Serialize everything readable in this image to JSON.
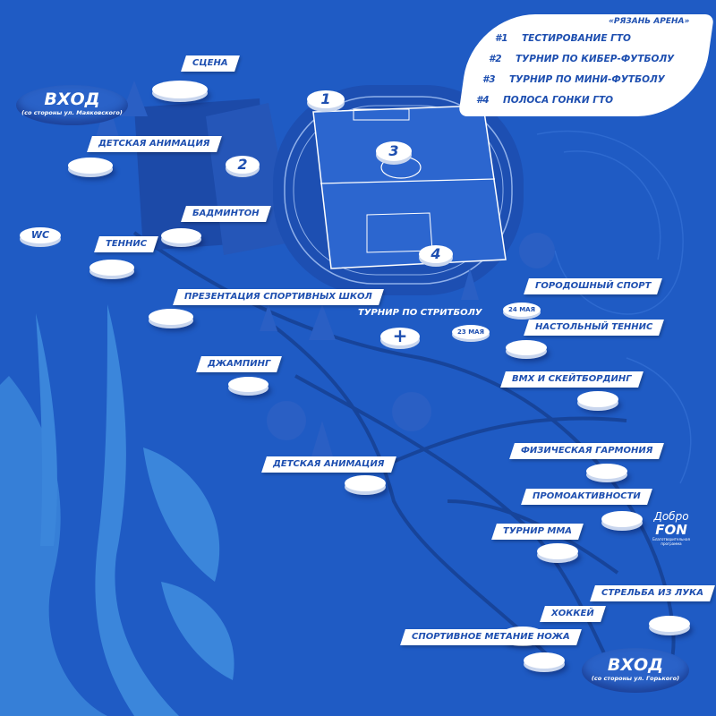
{
  "legend": {
    "title": "«РЯЗАНЬ АРЕНА»",
    "items": [
      {
        "num": "#1",
        "label": "ТЕСТИРОВАНИЕ ГТО"
      },
      {
        "num": "#2",
        "label": "ТУРНИР ПО КИБЕР-ФУТБОЛУ"
      },
      {
        "num": "#3",
        "label": "ТУРНИР ПО МИНИ-ФУТБОЛУ"
      },
      {
        "num": "#4",
        "label": "ПОЛОСА ГОНКИ ГТО"
      }
    ]
  },
  "entrances": [
    {
      "title": "ВХОД",
      "subtitle": "(со стороны ул. Маяковского)"
    },
    {
      "title": "ВХОД",
      "subtitle": "(со стороны ул. Горького)"
    }
  ],
  "stadium_numbers": [
    "1",
    "2",
    "3",
    "4"
  ],
  "wc": "WC",
  "locations": {
    "stage": "СЦЕНА",
    "kids1": "ДЕТСКАЯ АНИМАЦИЯ",
    "badminton": "БАДМИНТОН",
    "tennis": "ТЕННИС",
    "schools": "ПРЕЗЕНТАЦИЯ СПОРТИВНЫХ ШКОЛ",
    "jumping": "ДЖАМПИНГ",
    "kids2": "ДЕТСКАЯ АНИМАЦИЯ",
    "streetball": "ТУРНИР ПО СТРИТБОЛУ",
    "streetball_date": "23 МАЯ",
    "gorodki": "ГОРОДОШНЫЙ СПОРТ",
    "gorodki_date": "24 МАЯ",
    "table_tennis": "НАСТОЛЬНЫЙ ТЕННИС",
    "bmx": "BMX И СКЕЙТБОРДИНГ",
    "harmony": "ФИЗИЧЕСКАЯ ГАРМОНИЯ",
    "promo": "ПРОМОАКТИВНОСТИ",
    "mma": "ТУРНИР ММА",
    "archery": "СТРЕЛЬБА ИЗ ЛУКА",
    "hockey": "ХОККЕЙ",
    "knife": "СПОРТИВНОЕ МЕТАНИЕ НОЖА"
  },
  "first_aid": "+",
  "logo": {
    "line1": "Добро",
    "line2": "FON",
    "line3": "Благотворительная программа"
  }
}
